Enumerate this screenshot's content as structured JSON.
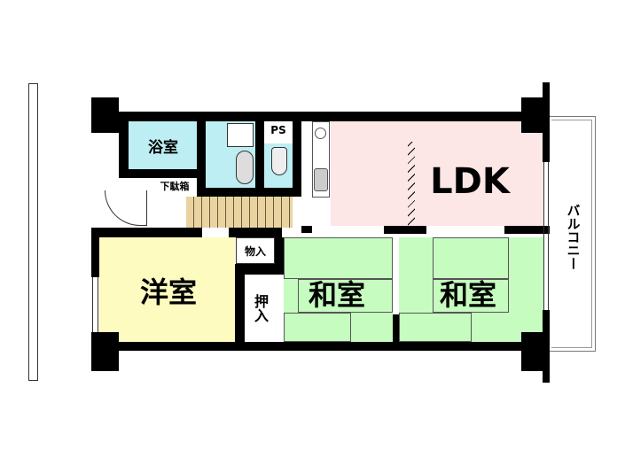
{
  "rooms": {
    "bath": "浴室",
    "shoe_cabinet": "下駄箱",
    "ps": "PS",
    "ldk": "LDK",
    "western_room": "洋室",
    "closet": "物入",
    "oshiire": "押入",
    "japanese_room_1": "和室",
    "japanese_room_2": "和室",
    "balcony": "バルコニー"
  },
  "colors": {
    "bath": "#bdeef3",
    "ldk": "#fde6e6",
    "western": "#fdfbc0",
    "japanese": "#c6fcc0",
    "hall": "#e9d3a1",
    "wall": "#000000"
  }
}
